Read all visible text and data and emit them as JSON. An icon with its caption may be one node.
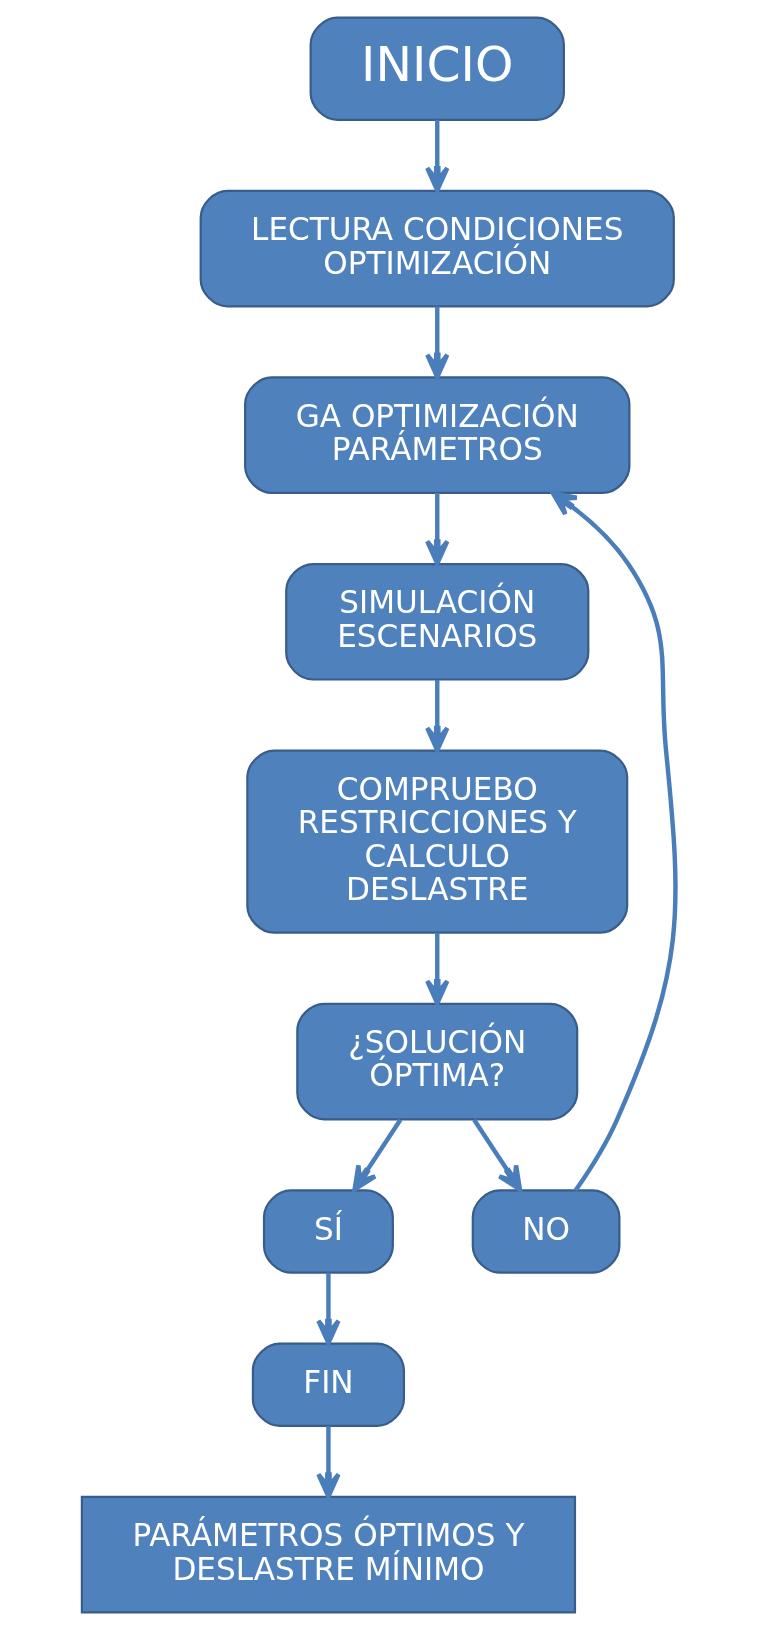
{
  "diagram": {
    "nodes": [
      {
        "text": [
          "INICIO"
        ]
      },
      {
        "text": [
          "LECTURA CONDICIONES OPTIMIZACIÓN"
        ]
      },
      {
        "text": [
          "GA OPTIMIZACIÓN PARÁMETROS"
        ]
      },
      {
        "text": [
          "SIMULACIÓN ESCENARIOS"
        ]
      },
      {
        "text": [
          "COMPRUEBO RESTRICCIONES Y CALCULO DESLASTRE"
        ]
      },
      {
        "text": [
          "¿SOLUCIÓN ÓPTIMA?"
        ]
      },
      {
        "text": [
          "SÍ"
        ]
      },
      {
        "text": [
          "NO"
        ]
      },
      {
        "text": [
          "FIN"
        ]
      },
      {
        "text": [
          "PARÁMETROS ÓPTIMOS Y DESLASTRE MÍNIMO"
        ]
      }
    ],
    "edges": [
      {
        "from": 0,
        "to": 1,
        "arrow": "to"
      },
      {
        "from": 1,
        "to": 2,
        "arrow": "to"
      },
      {
        "from": 2,
        "to": 3,
        "arrow": "to"
      },
      {
        "from": 3,
        "to": 4,
        "arrow": "to"
      },
      {
        "from": 4,
        "to": 5,
        "arrow": "to"
      },
      {
        "from": 5,
        "to": 6,
        "arrow": "to"
      },
      {
        "from": 5,
        "to": 7,
        "arrow": "to"
      },
      {
        "from": 7,
        "to": 2,
        "arrow": "to"
      },
      {
        "from": 6,
        "to": 8,
        "arrow": "to"
      },
      {
        "from": 8,
        "to": 9,
        "arrow": "to"
      }
    ]
  }
}
